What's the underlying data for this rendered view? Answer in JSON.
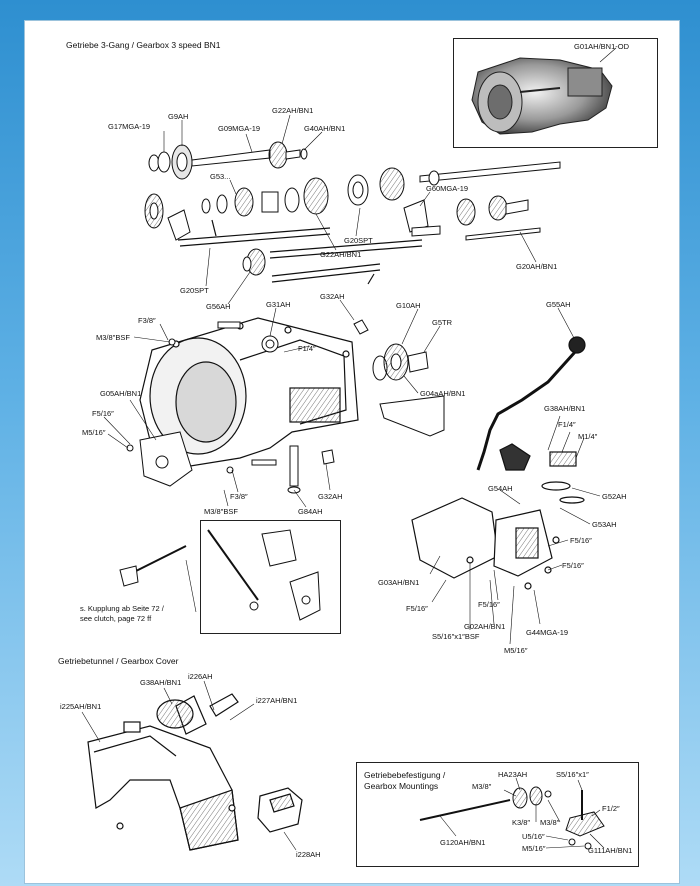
{
  "headers": {
    "gearbox_title": "Getriebe 3-Gang / Gearbox 3 speed BN1",
    "cover_title": "Getriebetunnel / Gearbox Cover",
    "mount_title_line1": "Getriebebefestigung /",
    "mount_title_line2": "Gearbox Mountings",
    "clutch_note_line1": "s. Kupplung ab Seite 72 /",
    "clutch_note_line2": "see clutch, page 72 ff"
  },
  "callouts": [
    {
      "id": "g01ah-bn1-od",
      "text": "G01AH/BN1-OD"
    },
    {
      "id": "g9ah",
      "text": "G9AH"
    },
    {
      "id": "g17mga-19",
      "text": "G17MGA-19"
    },
    {
      "id": "g22ah-bn1-top",
      "text": "G22AH/BN1"
    },
    {
      "id": "g09mga-19",
      "text": "G09MGA-19"
    },
    {
      "id": "g40ah-bn1",
      "text": "G40AH/BN1"
    },
    {
      "id": "g53",
      "text": "G53..."
    },
    {
      "id": "g60mga-19",
      "text": "G60MGA-19"
    },
    {
      "id": "g20spt-mid",
      "text": "G20SPT"
    },
    {
      "id": "g22ah-bn1-mid",
      "text": "G22AH/BN1"
    },
    {
      "id": "g20ah-bn1",
      "text": "G20AH/BN1"
    },
    {
      "id": "g20spt-left",
      "text": "G20SPT"
    },
    {
      "id": "g56ah",
      "text": "G56AH"
    },
    {
      "id": "g31ah",
      "text": "G31AH"
    },
    {
      "id": "g32ah-top",
      "text": "G32AH"
    },
    {
      "id": "g10ah",
      "text": "G10AH"
    },
    {
      "id": "g5tr",
      "text": "G5TR"
    },
    {
      "id": "g55ah",
      "text": "G55AH"
    },
    {
      "id": "f3-8-top",
      "text": "F3/8″"
    },
    {
      "id": "m3-8-bsf-top",
      "text": "M3/8″BSF"
    },
    {
      "id": "f1-4-case",
      "text": "F1/4″"
    },
    {
      "id": "g04aah-bn1",
      "text": "G04aAH/BN1"
    },
    {
      "id": "g05ah-bn1",
      "text": "G05AH/BN1"
    },
    {
      "id": "f5-16-left",
      "text": "F5/16″"
    },
    {
      "id": "m5-16-left",
      "text": "M5/16″"
    },
    {
      "id": "g38ah-bn1-gear",
      "text": "G38AH/BN1"
    },
    {
      "id": "f1-4-lever",
      "text": "F1/4″"
    },
    {
      "id": "m1-4",
      "text": "M1/4″"
    },
    {
      "id": "g52ah",
      "text": "G52AH"
    },
    {
      "id": "g54ah",
      "text": "G54AH"
    },
    {
      "id": "g53ah",
      "text": "G53AH"
    },
    {
      "id": "f3-8-bottom",
      "text": "F3/8″"
    },
    {
      "id": "m3-8-bsf-bottom",
      "text": "M3/8″BSF"
    },
    {
      "id": "g84ah",
      "text": "G84AH"
    },
    {
      "id": "g32ah-bottom",
      "text": "G32AH"
    },
    {
      "id": "f5-16-r1",
      "text": "F5/16″"
    },
    {
      "id": "f5-16-r2",
      "text": "F5/16″"
    },
    {
      "id": "g03ah-bn1",
      "text": "G03AH/BN1"
    },
    {
      "id": "f5-16-r3",
      "text": "F5/16″"
    },
    {
      "id": "f5-16-r4",
      "text": "F5/16″"
    },
    {
      "id": "g02ah-bn1",
      "text": "G02AH/BN1"
    },
    {
      "id": "s5-16x1-bsf",
      "text": "S5/16″x1″BSF"
    },
    {
      "id": "g44mga-19",
      "text": "G44MGA-19"
    },
    {
      "id": "m5-16-right",
      "text": "M5/16″"
    },
    {
      "id": "i226ah",
      "text": "i226AH"
    },
    {
      "id": "g38ah-bn1-cover",
      "text": "G38AH/BN1"
    },
    {
      "id": "i227ah-bn1",
      "text": "i227AH/BN1"
    },
    {
      "id": "i225ah-bn1",
      "text": "i225AH/BN1"
    },
    {
      "id": "i228ah",
      "text": "i228AH"
    },
    {
      "id": "ha23ah",
      "text": "HA23AH"
    },
    {
      "id": "s5-16x1-mount",
      "text": "S5/16″x1″"
    },
    {
      "id": "m3-8-mount-a",
      "text": "M3/8″"
    },
    {
      "id": "f1-2",
      "text": "F1/2″"
    },
    {
      "id": "k3-8",
      "text": "K3/8″"
    },
    {
      "id": "m3-8-mount-b",
      "text": "M3/8″"
    },
    {
      "id": "u5-16",
      "text": "U5/16″"
    },
    {
      "id": "m5-16-mount",
      "text": "M5/16″"
    },
    {
      "id": "g120ah-bn1",
      "text": "G120AH/BN1"
    },
    {
      "id": "g111ah-bn1",
      "text": "G111AH/BN1"
    }
  ]
}
